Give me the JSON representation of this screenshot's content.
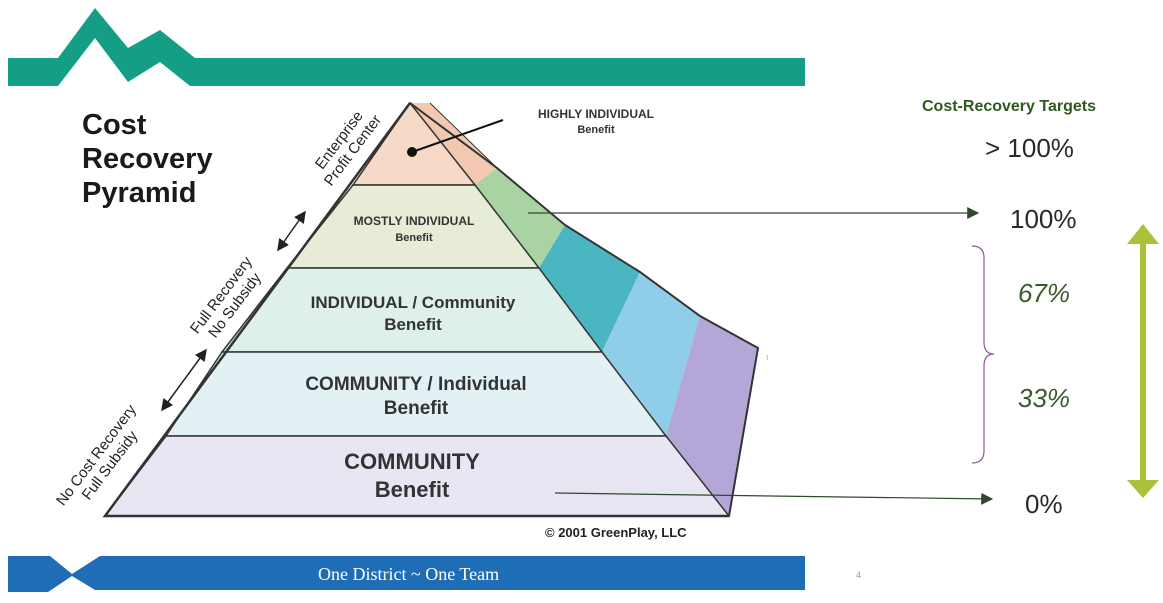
{
  "title": {
    "line1": "Cost",
    "line2": "Recovery",
    "line3": "Pyramid"
  },
  "pyramid": {
    "tiers": [
      {
        "line1": "HIGHLY INDIVIDUAL",
        "line2": "Benefit",
        "color": "#f6d9c7"
      },
      {
        "line1": "MOSTLY INDIVIDUAL",
        "line2": "Benefit",
        "color": "#e6ecd6"
      },
      {
        "line1": "INDIVIDUAL / Community",
        "line2": "Benefit",
        "color": "#dff0ea"
      },
      {
        "line1": "COMMUNITY / Individual",
        "line2": "Benefit",
        "color": "#e3f1f5"
      },
      {
        "line1": "COMMUNITY",
        "line2": "Benefit",
        "color": "#e8e6f3"
      }
    ],
    "side_labels": [
      {
        "line1": "Enterprise",
        "line2": "Profit Center"
      },
      {
        "line1": "Full Recovery",
        "line2": "No Subsidy"
      },
      {
        "line1": "No Cost Recovery",
        "line2": "Full Subsidy"
      }
    ],
    "copyright": "© 2001 GreenPlay, LLC"
  },
  "targets": {
    "heading": "Cost-Recovery Targets",
    "values": [
      "> 100%",
      "100%",
      "67%",
      "33%",
      "0%"
    ]
  },
  "footer": {
    "text": "One District ~ One Team",
    "page_number": "4"
  },
  "colors": {
    "teal_banner": "#139e85",
    "blue_banner": "#1f6db4",
    "target_green": "#2f5a1e",
    "double_arrow": "#a9c23a",
    "bracket": "#8a5a9a"
  }
}
